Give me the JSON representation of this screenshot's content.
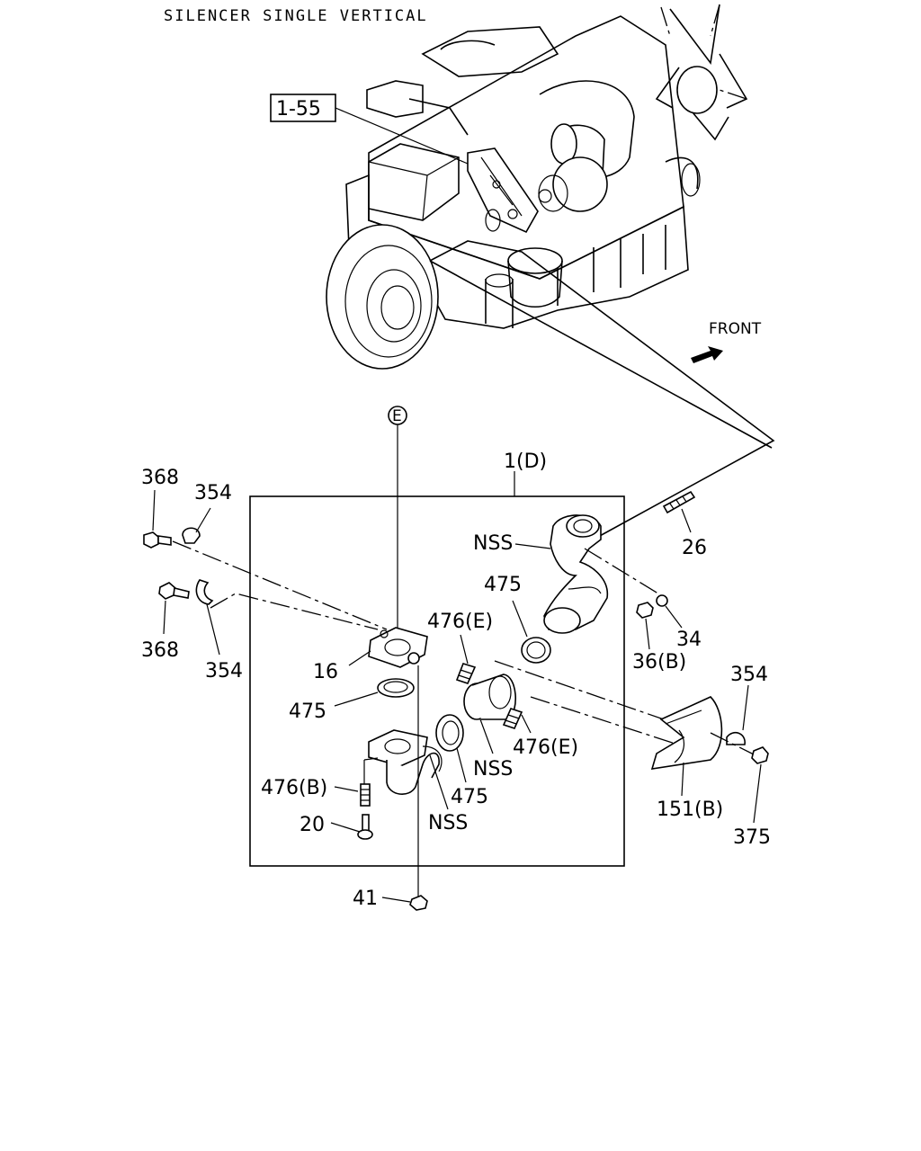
{
  "title": "SILENCER SINGLE VERTICAL",
  "ref_box": "1-55",
  "front_label": "FRONT",
  "callout_e": "E",
  "labels": {
    "assy": "1(D)",
    "p368a": "368",
    "p354a": "354",
    "p368b": "368",
    "p354b": "354",
    "p16": "16",
    "p475a": "475",
    "p476b": "476(B)",
    "p20": "20",
    "p41": "41",
    "nss_top": "NSS",
    "p475b": "475",
    "p476e_a": "476(E)",
    "p475c": "475",
    "nss_mid": "NSS",
    "p476e_b": "476(E)",
    "nss_low": "NSS",
    "p26": "26",
    "p34": "34",
    "p36b": "36(B)",
    "p354c": "354",
    "p151b": "151(B)",
    "p375": "375"
  },
  "icons": [
    "engine-drawing",
    "arrow-icon",
    "bolt-icon",
    "clamp-icon",
    "gasket-icon",
    "pipe-icon",
    "spring-icon",
    "nut-icon"
  ]
}
